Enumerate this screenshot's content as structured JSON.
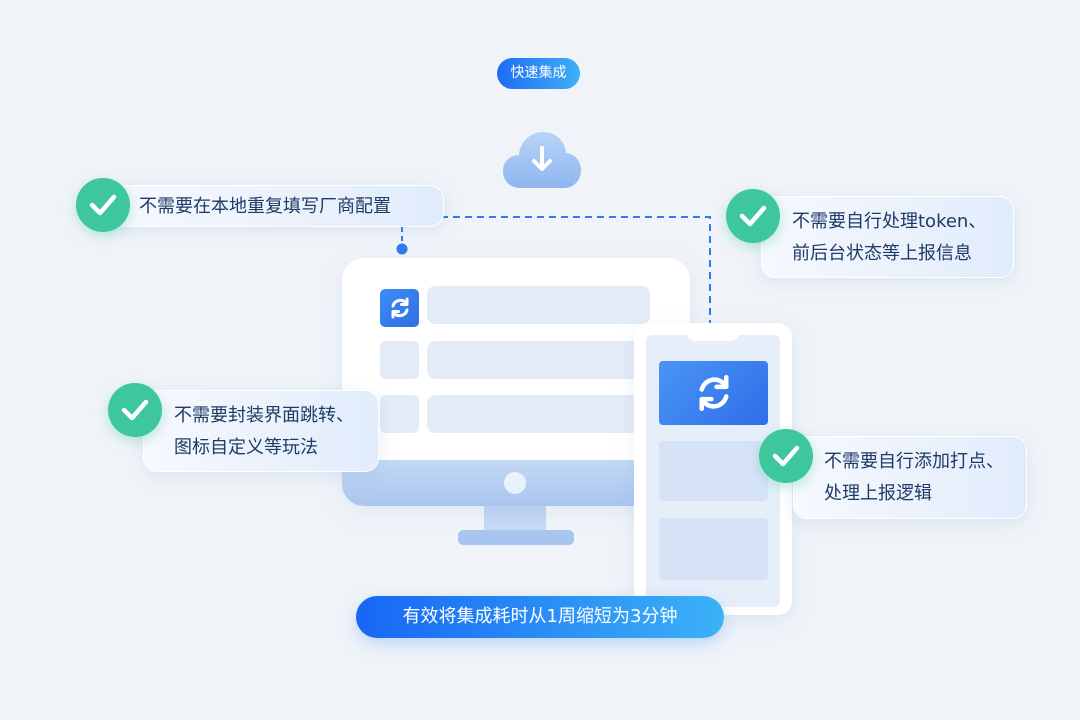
{
  "header": {
    "badge_label": "快速集成"
  },
  "cloud": {
    "icon": "cloud-download-icon"
  },
  "monitor": {
    "icon": "sync-icon"
  },
  "phone": {
    "icon": "sync-icon"
  },
  "callouts": [
    {
      "text": "不需要在本地重复填写厂商配置",
      "icon": "check-icon"
    },
    {
      "text": "不需要自行处理token、\n前后台状态等上报信息",
      "icon": "check-icon"
    },
    {
      "text": "不需要封装界面跳转、\n图标自定义等玩法",
      "icon": "check-icon"
    },
    {
      "text": "不需要自行添加打点、\n处理上报逻辑",
      "icon": "check-icon"
    }
  ],
  "footer": {
    "summary_label": "有效将集成耗时从1周缩短为3分钟"
  },
  "colors": {
    "accent_blue": "#1e6cf5",
    "accent_light": "#3fb0f7",
    "check_green": "#3ec79c",
    "connector": "#2f7af0"
  }
}
